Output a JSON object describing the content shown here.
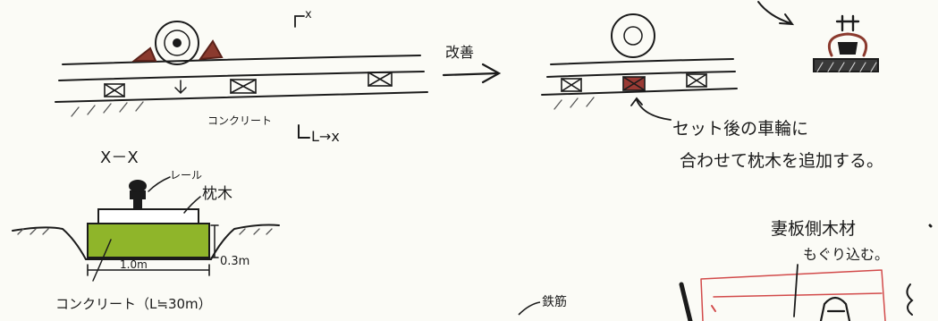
{
  "labels": {
    "section_mark_x": "x",
    "improvement": "改善",
    "concrete": "コンクリート",
    "section_mark_lx": "L→x",
    "note_line1": "セット後の車輪に",
    "note_line2": "合わせて枕木を追加する。",
    "section_title": "X－X",
    "rail": "レール",
    "sleeper": "枕木",
    "height_dim": "0.3m",
    "width_dim": "1.0m",
    "concrete_length": "コンクリート（L≒30m）",
    "plank_note_line1": "妻板側木材",
    "plank_note_line2": "もぐり込む。",
    "rebar": "鉄筋"
  },
  "colors": {
    "ink": "#1b1b1b",
    "wedge": "#8b3a2e",
    "added_sleeper": "#9a3a34",
    "concrete_fill": "#8fb52a",
    "red_line": "#d24a4a",
    "hatch": "#555555"
  }
}
